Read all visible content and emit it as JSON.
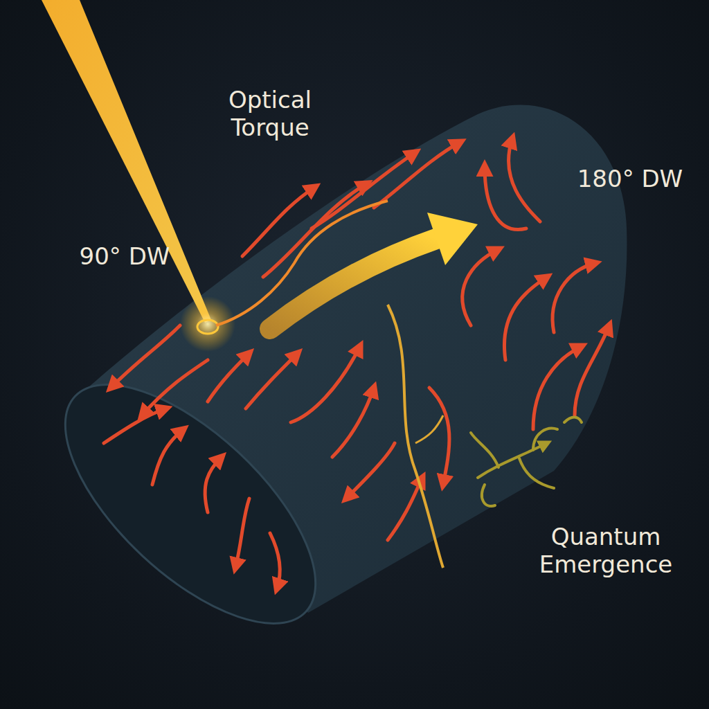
{
  "diagram": {
    "labels": [
      "Optical Torque",
      "90° DW",
      "180° DW",
      "Quantum Emergence"
    ]
  }
}
